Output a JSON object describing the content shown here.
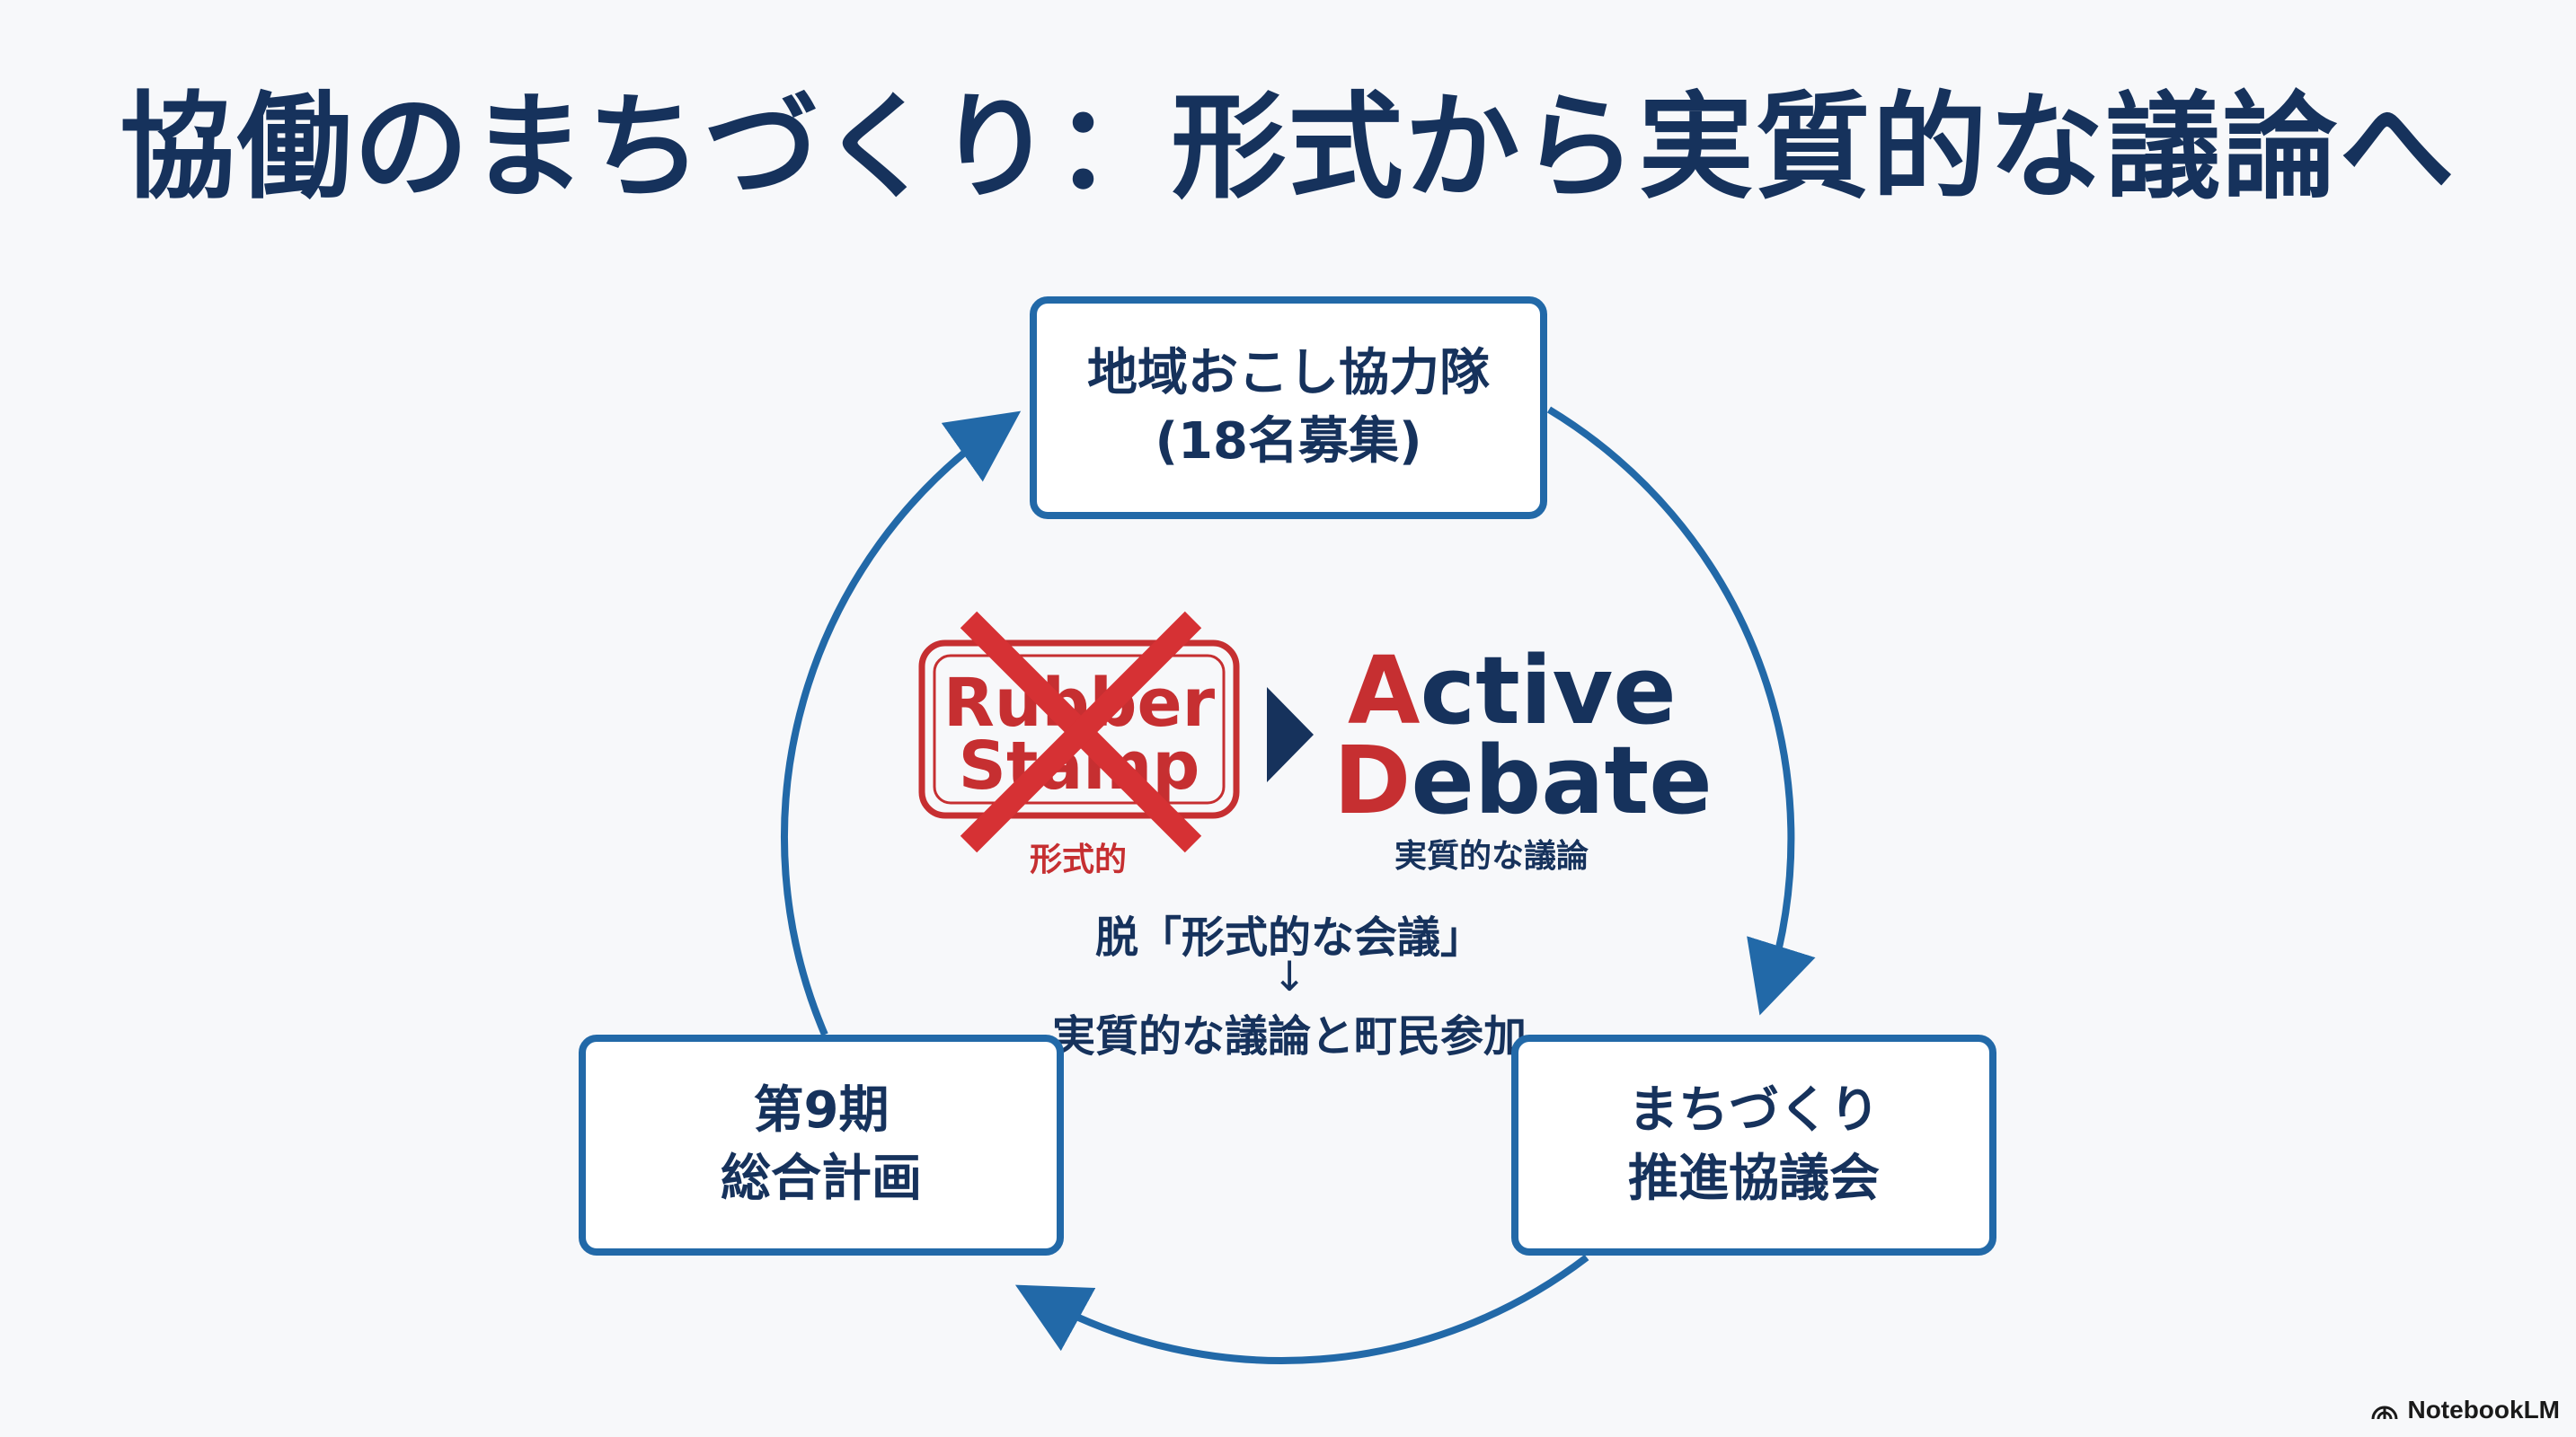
{
  "slide": {
    "title": "協働のまちづくり：形式から実質的な議論へ"
  },
  "cycle": {
    "nodes": {
      "top": {
        "line1": "地域おこし協力隊",
        "line2": "(18名募集)"
      },
      "right": {
        "line1": "まちづくり",
        "line2": "推進協議会"
      },
      "left": {
        "line1": "第9期",
        "line2": "総合計画"
      }
    },
    "cycle_color": "#2269a8"
  },
  "center": {
    "stamp_line1": "Rubber",
    "stamp_line2": "Stamp",
    "stamp_label": "形式的",
    "active_first_letter": "A",
    "active_rest": "ctive",
    "debate_first_letter": "D",
    "debate_rest": "ebate",
    "debate_label": "実質的な議論",
    "message_line1": "脱「形式的な会議」",
    "message_arrow": "↓",
    "message_line2": "実質的な議論と町民参加",
    "stamp_color": "#c62f31",
    "navy_color": "#16325c"
  },
  "footer": {
    "brand": "NotebookLM"
  }
}
